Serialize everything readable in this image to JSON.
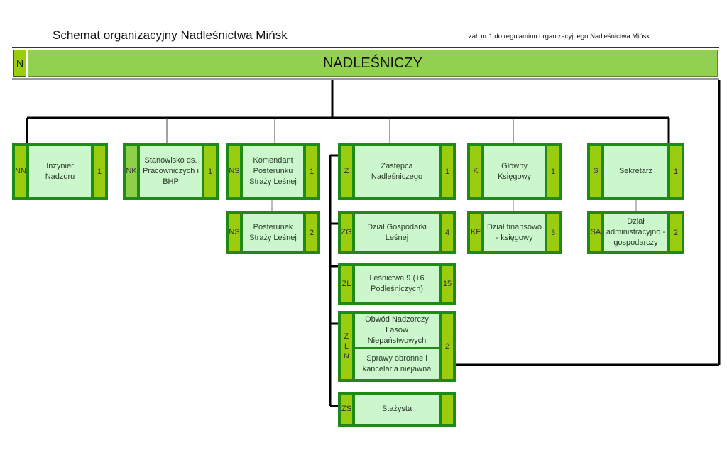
{
  "header": {
    "title": "Schemat organizacyjny  Nadleśnictwa Mińsk",
    "subtitle": "zał. nr 1 do regulaminu organizacyjnego Nadleśnictwa Mińsk"
  },
  "head_unit": {
    "code": "N",
    "name": "NADLEŚNICZY"
  },
  "units": {
    "nn": {
      "code": "NN",
      "name": "Inżynier Nadzoru",
      "count": "1"
    },
    "nk": {
      "code": "NK",
      "name": "Stanowisko ds. Pracowniczych i BHP",
      "count": "1"
    },
    "ns": {
      "code": "NS",
      "name": "Komendant Posterunku Straży Leśnej",
      "count": "1"
    },
    "ns2": {
      "code": "NS",
      "name": "Posterunek Straży Leśnej",
      "count": "2"
    },
    "z": {
      "code": "Z",
      "name": "Zastępca Nadleśniczego",
      "count": "1"
    },
    "zg": {
      "code": "ZG",
      "name": "Dział Gospodarki Leśnej",
      "count": "4"
    },
    "zl": {
      "code": "ZL",
      "name": "Leśnictwa 9 (+6 Podleśniczych)",
      "count": "15"
    },
    "zln": {
      "code": "Z L N",
      "name_top": "Obwód Nadzorczy Lasów Niepaństwowych",
      "name_bottom": "Sprawy obronne i kancelaria niejawna",
      "count": "2"
    },
    "zs": {
      "code": "ZS",
      "name": "Stażysta",
      "count": ""
    },
    "k": {
      "code": "K",
      "name": "Główny Księgowy",
      "count": "1"
    },
    "kf": {
      "code": "KF",
      "name": "Dział finansowo - księgowy",
      "count": "3"
    },
    "s": {
      "code": "S",
      "name": "Sekretarz",
      "count": "1"
    },
    "sa": {
      "code": "SA",
      "name": "Dział administracyjno - gospodarczy",
      "count": "2"
    }
  },
  "colors": {
    "border": "#1e8c14",
    "code_cell": "#9acc10",
    "name_cell": "#ccf7cc",
    "head_bar": "#92d050",
    "connector": "#000000"
  }
}
